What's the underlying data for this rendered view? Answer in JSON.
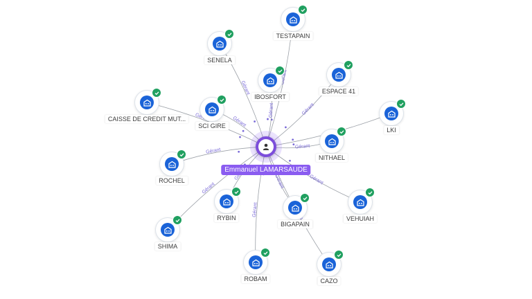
{
  "center": {
    "name": "Emmanuel LAMARSAUDE",
    "icon": "person-icon"
  },
  "relation_label": "Gérant",
  "colors": {
    "center": "#8a5cf0",
    "company": "#1a63d8",
    "check": "#20a060",
    "edge": "#8a8f98",
    "edge_label": "#7a6ad8"
  },
  "nodes": [
    {
      "name": "TESTAPAIN",
      "verified": true
    },
    {
      "name": "SENELA",
      "verified": true
    },
    {
      "name": "IBOSFORT",
      "verified": true
    },
    {
      "name": "ESPACE 41",
      "verified": true
    },
    {
      "name": "CAISSE DE CREDIT MUT...",
      "verified": true
    },
    {
      "name": "SCI GIRE",
      "verified": true
    },
    {
      "name": "LKI",
      "verified": true
    },
    {
      "name": "NITHAEL",
      "verified": true
    },
    {
      "name": "ROCHEL",
      "verified": true
    },
    {
      "name": "RYBIN",
      "verified": true
    },
    {
      "name": "BIGAPAIN",
      "verified": true
    },
    {
      "name": "VEHUIAH",
      "verified": true
    },
    {
      "name": "SHIMA",
      "verified": true
    },
    {
      "name": "ROBAM",
      "verified": true
    },
    {
      "name": "CAZO",
      "verified": true
    }
  ]
}
